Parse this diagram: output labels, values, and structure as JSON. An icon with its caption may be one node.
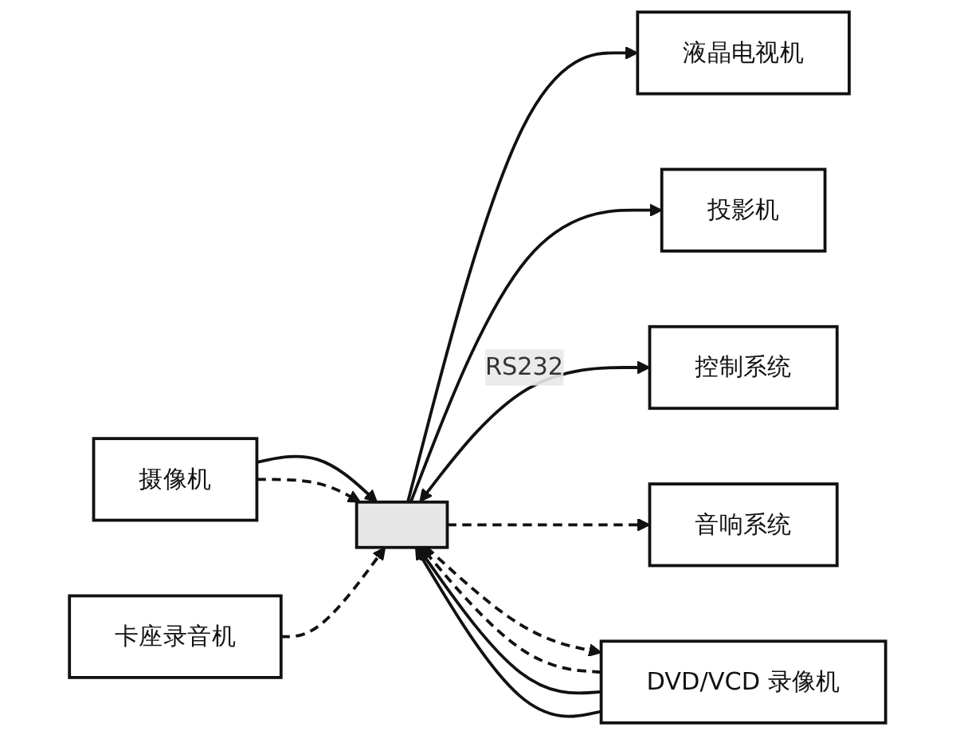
{
  "diagram": {
    "nodes": [
      {
        "text": [],
        "shape": "box"
      },
      {
        "text": [
          "液晶电视机"
        ]
      },
      {
        "text": [
          "投影机"
        ]
      },
      {
        "text": [
          "控制系统"
        ]
      },
      {
        "text": [
          "音响系统"
        ]
      },
      {
        "text": [
          "摄像机"
        ]
      },
      {
        "text": [
          "卡座录音机"
        ]
      },
      {
        "text": [
          "DVD/VCD 录像机"
        ]
      }
    ],
    "edges": [
      {
        "from": 0,
        "to": 1,
        "arrow": "to"
      },
      {
        "from": 0,
        "to": 2,
        "arrow": "to"
      },
      {
        "from": 0,
        "to": 3,
        "arrow": "both",
        "label": "RS232"
      },
      {
        "from": 0,
        "to": 4,
        "arrow": "to",
        "style": "dashed"
      },
      {
        "from": 5,
        "to": 0,
        "arrow": "to"
      },
      {
        "from": 5,
        "to": 0,
        "arrow": "to",
        "style": "dashed"
      },
      {
        "from": 6,
        "to": 0,
        "arrow": "to",
        "style": "dashed"
      },
      {
        "from": 7,
        "to": 0,
        "arrow": "to",
        "style": "dashed"
      },
      {
        "from": 7,
        "to": 0,
        "arrow": "to"
      },
      {
        "from": 0,
        "to": 7,
        "arrow": "to",
        "style": "dashed"
      },
      {
        "from": 7,
        "to": 0,
        "arrow": "to"
      }
    ]
  }
}
